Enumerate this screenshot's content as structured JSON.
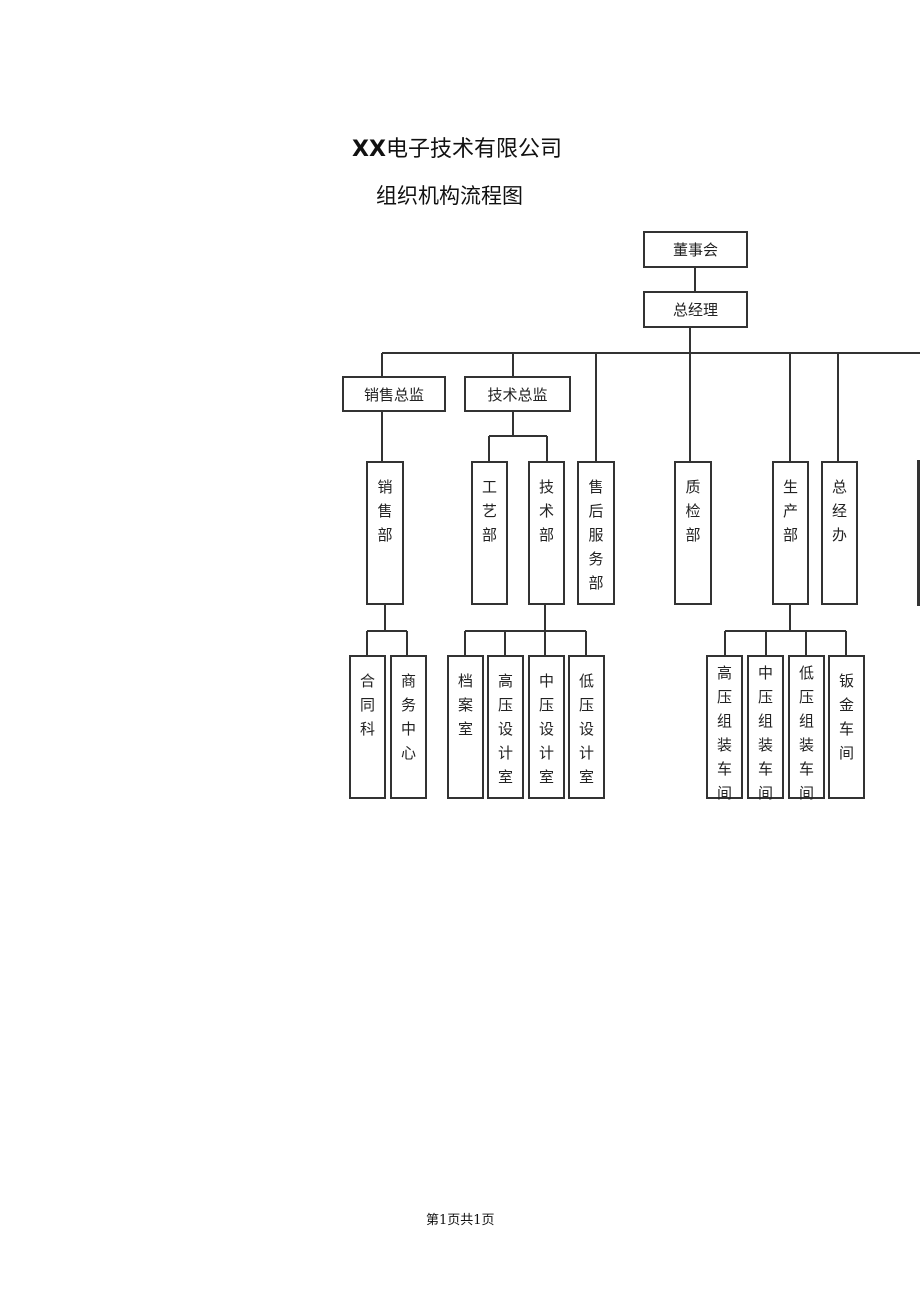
{
  "document": {
    "title_prefix": "XX",
    "title_rest": "电子技术有限公司",
    "subtitle": "组织机构流程图",
    "footer": "第1页共1页"
  },
  "org": {
    "board": "董事会",
    "gm": "总经理",
    "sales_director": "销售总监",
    "tech_director": "技术总监",
    "sales_dept": "销售部",
    "craft_dept": "工艺部",
    "tech_dept": "技术部",
    "aftersales_dept": "售后服务部",
    "qc_dept": "质检部",
    "production_dept": "生产部",
    "gm_office": "总经办",
    "contract": "合同科",
    "business_center": "商务中心",
    "archive": "档案室",
    "hv_design": "高压设计室",
    "mv_design": "中压设计室",
    "lv_design": "低压设计室",
    "hv_assembly": "高压组装车间",
    "mv_assembly": "中压组装车间",
    "lv_assembly": "低压组装车间",
    "sheet_metal": "钣金车间"
  }
}
